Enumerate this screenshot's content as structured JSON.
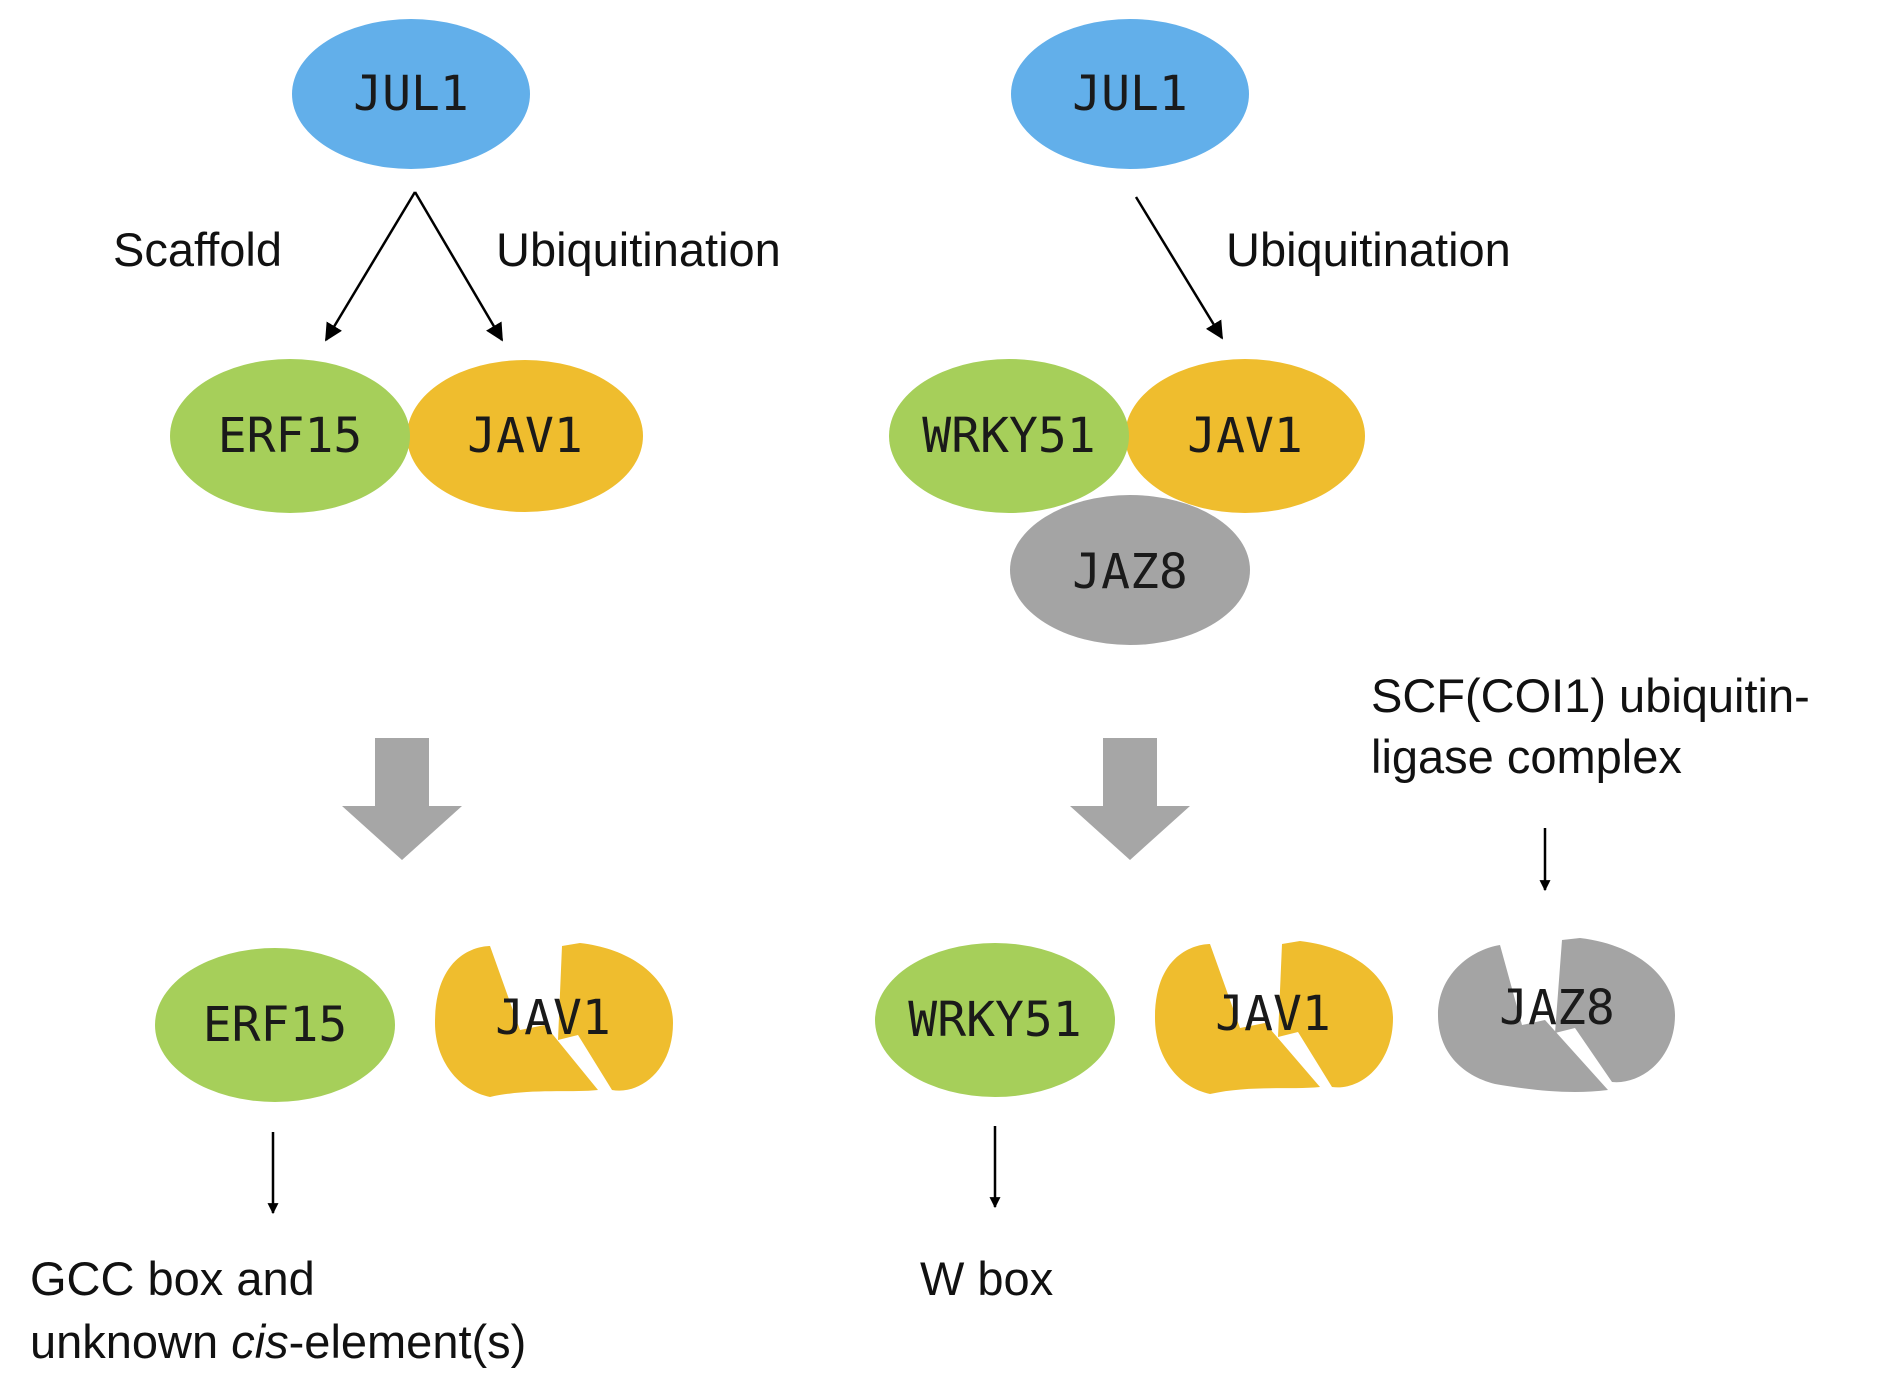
{
  "colors": {
    "jul1": "#62AFEA",
    "green": "#A6CF5A",
    "yellow": "#EFBD2E",
    "gray": "#A4A4A4",
    "big_arrow": "#A6A6A6",
    "line": "#000000"
  },
  "left_panel": {
    "top_node": "JUL1",
    "label_scaffold": "Scaffold",
    "label_ubiquitination": "Ubiquitination",
    "complex": {
      "green": "ERF15",
      "yellow": "JAV1"
    },
    "result": {
      "green": "ERF15",
      "yellow_broken": "JAV1"
    },
    "target_line1": "GCC box and",
    "target_line2_pre": "unknown ",
    "target_line2_italic": "cis",
    "target_line2_post": "-element(s)"
  },
  "right_panel": {
    "top_node": "JUL1",
    "label_ubiquitination": "Ubiquitination",
    "complex": {
      "green": "WRKY51",
      "yellow": "JAV1",
      "gray": "JAZ8"
    },
    "scf_line1": "SCF(COI1) ubiquitin-",
    "scf_line2": "ligase complex",
    "result": {
      "green": "WRKY51",
      "yellow_broken": "JAV1",
      "gray_broken": "JAZ8"
    },
    "target": "W box"
  }
}
